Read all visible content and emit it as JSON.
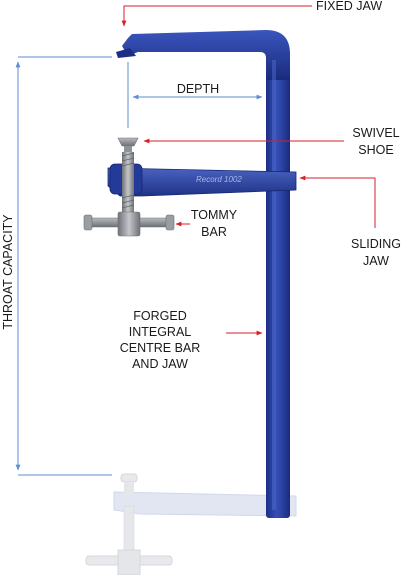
{
  "labels": {
    "fixed_jaw": "FIXED JAW",
    "depth": "DEPTH",
    "swivel_shoe_1": "SWIVEL",
    "swivel_shoe_2": "SHOE",
    "tommy_bar_1": "TOMMY",
    "tommy_bar_2": "BAR",
    "sliding_jaw_1": "SLIDING",
    "sliding_jaw_2": "JAW",
    "centre_bar_1": "FORGED",
    "centre_bar_2": "INTEGRAL",
    "centre_bar_3": "CENTRE BAR",
    "centre_bar_4": "AND JAW",
    "throat_capacity": "THROAT CAPACITY"
  },
  "engraving": "Record 1002",
  "colors": {
    "clamp_blue": "#243b97",
    "clamp_blue_dark": "#172a78",
    "clamp_blue_light": "#4d66c4",
    "steel": "#8e9196",
    "arrow_red": "#d6202a",
    "dimension_blue": "#5b8fd0",
    "ghost": "#c6d0e6"
  }
}
